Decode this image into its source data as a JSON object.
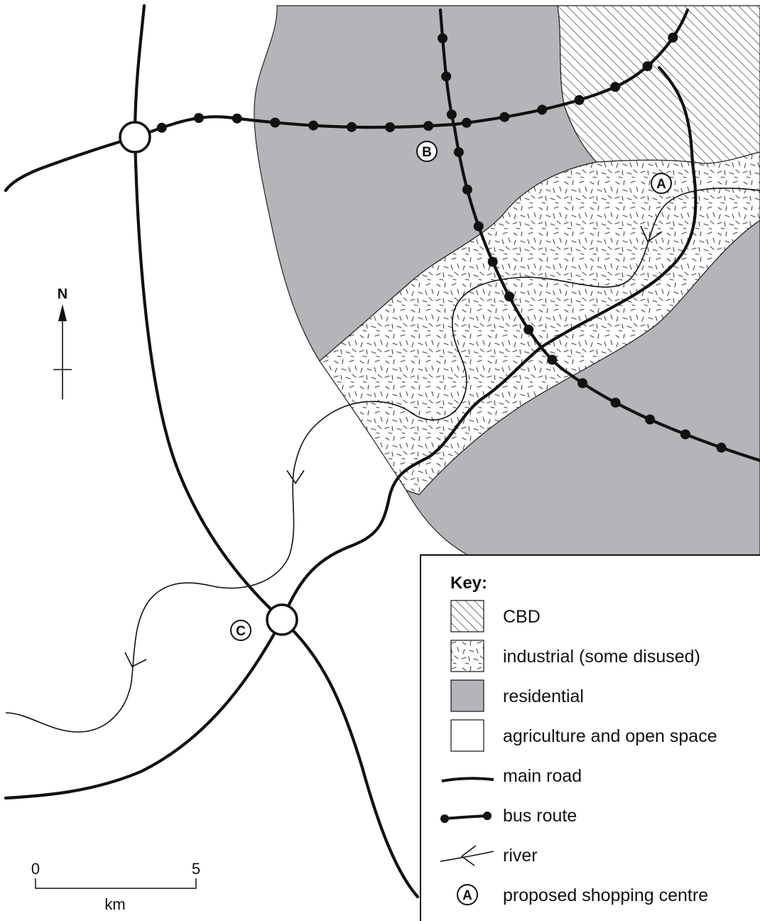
{
  "map": {
    "north_label": "N",
    "scale": {
      "start": "0",
      "end": "5",
      "unit": "km"
    },
    "sites": [
      {
        "id": "A",
        "letter": "A"
      },
      {
        "id": "B",
        "letter": "B"
      },
      {
        "id": "C",
        "letter": "C"
      }
    ],
    "colors": {
      "residential": "#b4b5b8",
      "cbd_hatch": "#333333",
      "industrial_dash": "#444444",
      "line": "#111111",
      "background": "#ffffff"
    }
  },
  "key": {
    "title": "Key:",
    "items": [
      {
        "id": "cbd",
        "label": "CBD",
        "symbol": "hatched-box"
      },
      {
        "id": "industrial",
        "label": "industrial (some disused)",
        "symbol": "dashed-box"
      },
      {
        "id": "residential",
        "label": "residential",
        "symbol": "grey-box"
      },
      {
        "id": "agriculture",
        "label": "agriculture and open space",
        "symbol": "white-box"
      },
      {
        "id": "main-road",
        "label": "main road",
        "symbol": "thick-line"
      },
      {
        "id": "bus-route",
        "label": "bus route",
        "symbol": "dotted-thick-line"
      },
      {
        "id": "river",
        "label": "river",
        "symbol": "arrow-line"
      },
      {
        "id": "shopping",
        "label": "proposed shopping centre",
        "symbol": "circled-letter",
        "symbol_letter": "A"
      }
    ]
  }
}
